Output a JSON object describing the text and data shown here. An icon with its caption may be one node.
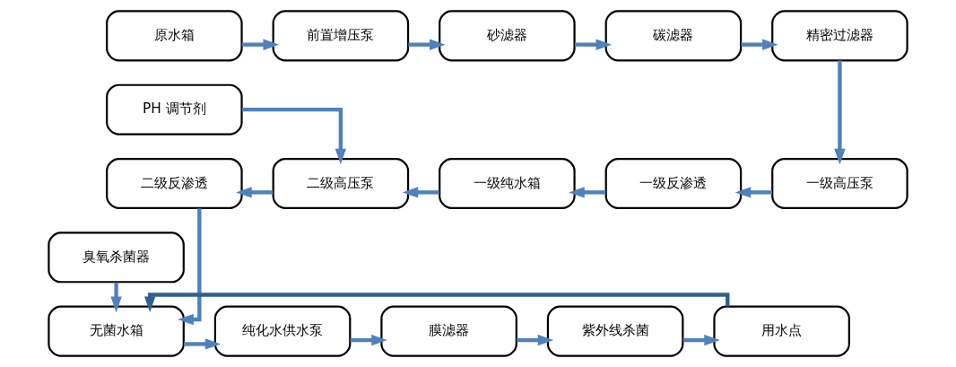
{
  "diagram": {
    "nodes": [
      {
        "text": [
          "原水箱"
        ]
      },
      {
        "text": [
          "前置增压泵"
        ]
      },
      {
        "text": [
          "砂滤器"
        ]
      },
      {
        "text": [
          "碳滤器"
        ]
      },
      {
        "text": [
          "精密过滤器"
        ]
      },
      {
        "text": [
          "PH 调节剂"
        ]
      },
      {
        "text": [
          "二级反渗透"
        ]
      },
      {
        "text": [
          "二级高压泵"
        ]
      },
      {
        "text": [
          "一级纯水箱"
        ]
      },
      {
        "text": [
          "一级反渗透"
        ]
      },
      {
        "text": [
          "一级高压泵"
        ]
      },
      {
        "text": [
          "臭氧杀菌器"
        ]
      },
      {
        "text": [
          "无菌水箱"
        ]
      },
      {
        "text": [
          "纯化水供水泵"
        ]
      },
      {
        "text": [
          "膜滤器"
        ]
      },
      {
        "text": [
          "紫外线杀菌"
        ]
      },
      {
        "text": [
          "用水点"
        ]
      }
    ],
    "edges": [
      {
        "from": 0,
        "to": 1,
        "arrow": "to"
      },
      {
        "from": 1,
        "to": 2,
        "arrow": "to"
      },
      {
        "from": 2,
        "to": 3,
        "arrow": "to"
      },
      {
        "from": 3,
        "to": 4,
        "arrow": "to"
      },
      {
        "from": 4,
        "to": 10,
        "arrow": "to"
      },
      {
        "from": 10,
        "to": 9,
        "arrow": "to"
      },
      {
        "from": 9,
        "to": 8,
        "arrow": "to"
      },
      {
        "from": 8,
        "to": 7,
        "arrow": "to"
      },
      {
        "from": 5,
        "to": 7,
        "arrow": "to"
      },
      {
        "from": 7,
        "to": 6,
        "arrow": "to"
      },
      {
        "from": 6,
        "to": 12,
        "arrow": "to"
      },
      {
        "from": 11,
        "to": 12,
        "arrow": "to"
      },
      {
        "from": 12,
        "to": 13,
        "arrow": "to"
      },
      {
        "from": 13,
        "to": 14,
        "arrow": "to"
      },
      {
        "from": 14,
        "to": 15,
        "arrow": "to"
      },
      {
        "from": 15,
        "to": 16,
        "arrow": "to"
      },
      {
        "from": 16,
        "to": 12,
        "arrow": "to",
        "color": "#2f5f8f"
      }
    ]
  }
}
